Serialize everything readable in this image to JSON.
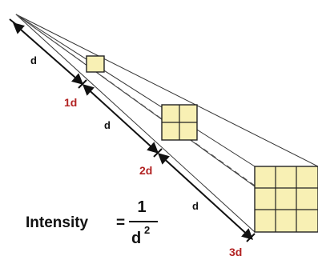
{
  "diagram": {
    "distance_labels": {
      "first": "1d",
      "second": "2d",
      "third": "3d"
    },
    "segment_labels": {
      "first": "d",
      "second": "d",
      "third": "d"
    },
    "formula": {
      "lhs": "Intensity",
      "equals": "=",
      "numerator": "1",
      "denominator_base": "d",
      "denominator_exponent": "2"
    },
    "colors": {
      "square_fill": "#f8f0b4",
      "grid_line": "#222222",
      "distance_label": "#b22222",
      "outline": "#333333",
      "dashed_axis": "#555555"
    },
    "squares": [
      {
        "grid": "1x1",
        "cells": 1
      },
      {
        "grid": "2x2",
        "cells": 4
      },
      {
        "grid": "3x3",
        "cells": 9
      }
    ]
  }
}
